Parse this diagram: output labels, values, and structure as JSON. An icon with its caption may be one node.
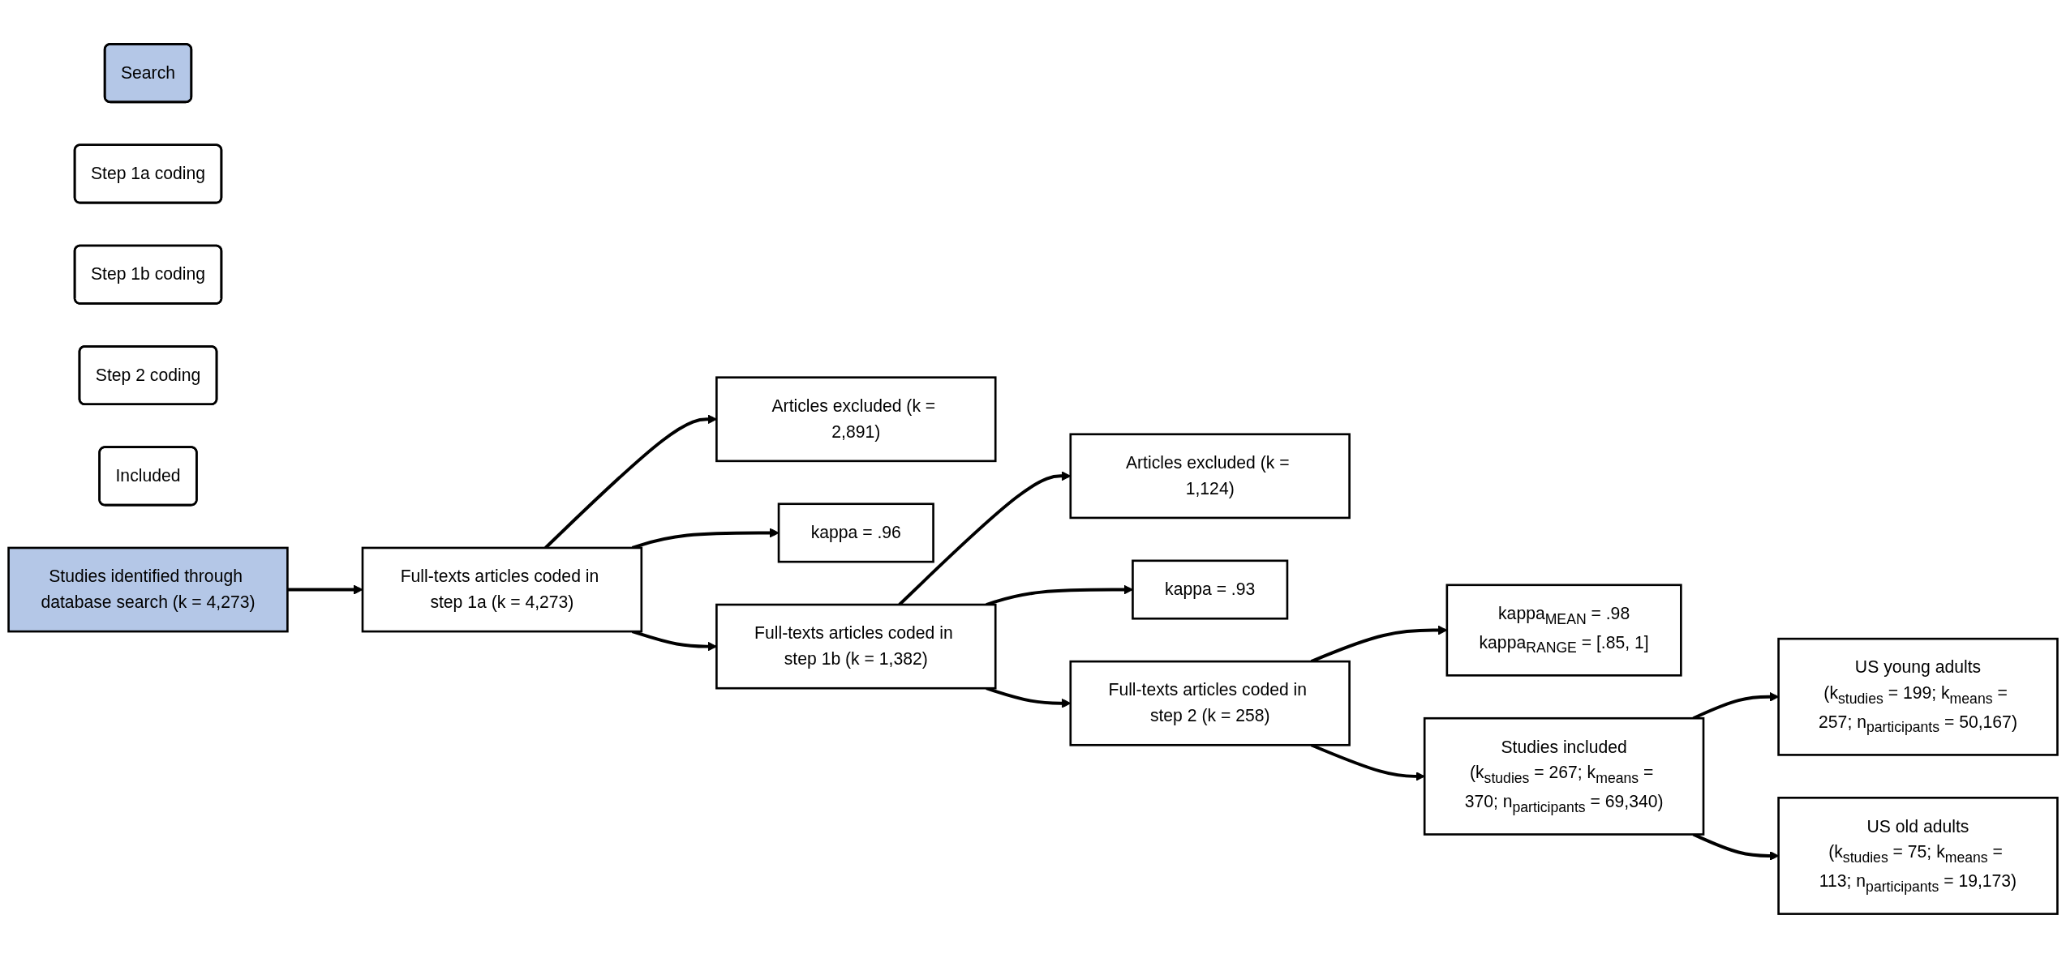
{
  "diagram": {
    "nodes": [
      {
        "text": [
          "Search"
        ]
      },
      {
        "text": [
          "Step 1a coding"
        ]
      },
      {
        "text": [
          "Step 1b coding"
        ]
      },
      {
        "text": [
          "Step 2 coding"
        ]
      },
      {
        "text": [
          "Included"
        ]
      },
      {
        "text": [
          "Studies identified through database search (k = 4,273)"
        ]
      },
      {
        "text": [
          "Full-texts articles coded in step 1a (k = 4,273)"
        ]
      },
      {
        "text": [
          "Articles excluded (k = 2,891)"
        ]
      },
      {
        "text": [
          "kappa = .96"
        ]
      },
      {
        "text": [
          "Full-texts articles coded in step 1b (k = 1,382)"
        ]
      },
      {
        "text": [
          "Articles excluded (k = 1,124)"
        ]
      },
      {
        "text": [
          "kappa = .93"
        ]
      },
      {
        "text": [
          "Full-texts articles coded in step 2 (k = 258)"
        ]
      },
      {
        "text": [
          "kappa$_{MEAN}$ = .98",
          "kappa$_{RANGE}$ = [.85, 1]"
        ]
      },
      {
        "text": [
          "US young adults",
          "(k$_{studies}$ = 199; k$_{means}$ = 257; n$_{participants}$ = 50,167)"
        ]
      },
      {
        "text": [
          "Studies included",
          "(k$_{studies}$ = 267; k$_{means}$ = 370; n$_{participants}$ = 69,340)"
        ]
      },
      {
        "text": [
          "US old adults",
          "(k$_{studies}$ = 75; k$_{means}$ = 113; n$_{participants}$ = 19,173)"
        ]
      }
    ],
    "edges": [
      {
        "from": 5,
        "to": 6,
        "arrow": "to"
      },
      {
        "from": 6,
        "to": 9,
        "arrow": "to"
      },
      {
        "from": 6,
        "to": 7,
        "arrow": "to"
      },
      {
        "from": 6,
        "to": 8,
        "arrow": "to"
      },
      {
        "from": 9,
        "to": 12,
        "arrow": "to"
      },
      {
        "from": 9,
        "to": 10,
        "arrow": "to"
      },
      {
        "from": 9,
        "to": 11,
        "arrow": "to"
      },
      {
        "from": 12,
        "to": 15,
        "arrow": "to"
      },
      {
        "from": 12,
        "to": 13,
        "arrow": "to"
      },
      {
        "from": 15,
        "to": 14,
        "arrow": "to"
      },
      {
        "from": 15,
        "to": 16,
        "arrow": "to"
      }
    ]
  }
}
